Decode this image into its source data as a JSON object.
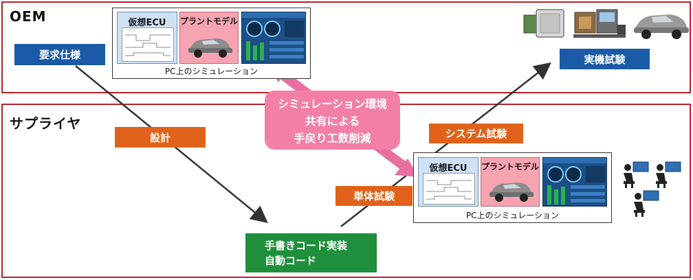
{
  "zones": {
    "oem": {
      "title": "OEM"
    },
    "supplier": {
      "title": "サプライヤ"
    }
  },
  "labels": {
    "requirements": "要求仕様",
    "real_machine_test": "実機試験",
    "design": "設計",
    "system_test": "システム試験",
    "unit_test": "単体試験",
    "code_line1": "手書きコード実装",
    "code_line2": "自動コード"
  },
  "sim_panel_top": {
    "ecu_title": "仮想ECU",
    "plant_title": "プラントモデル",
    "caption": "PC上のシミュレーション"
  },
  "sim_panel_bottom": {
    "ecu_title": "仮想ECU",
    "plant_title": "プラントモデル",
    "caption": "PC上のシミュレーション"
  },
  "callout": {
    "line1": "シミュレーション環境",
    "line2": "共有による",
    "line3": "手戻り工数削減"
  },
  "colors": {
    "frame": "#b8202a",
    "blue_label": "#1a5aa6",
    "orange_label": "#e0621a",
    "green_label": "#1f8f3c",
    "callout": "#f47fa6"
  },
  "icons": [
    "ecu-hardware-icon",
    "test-bench-icon",
    "car-icon",
    "engineer-icon",
    "engineer-icon",
    "engineer-icon"
  ]
}
